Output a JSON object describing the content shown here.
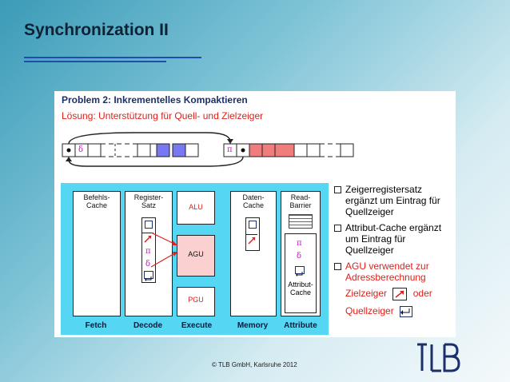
{
  "slide": {
    "title": "Synchronization II"
  },
  "problem": {
    "heading": "Problem 2: Inkrementelles Kompaktieren",
    "solution": "Lösung: Unterstützung für Quell- und Zielzeiger"
  },
  "symbols": {
    "delta": "δ",
    "pi": "π"
  },
  "stages": [
    {
      "name": "Fetch",
      "box_title": "Befehls-\nCache"
    },
    {
      "name": "Decode",
      "box_title": "Register-\nSatz"
    },
    {
      "name": "Execute",
      "box_title": ""
    },
    {
      "name": "Memory",
      "box_title": "Daten-\nCache"
    },
    {
      "name": "Attribute",
      "box_title": "Read-\nBarrier"
    }
  ],
  "execute_units": {
    "alu": "ALU",
    "agu": "AGU",
    "pgu": "PGU"
  },
  "attribute_cache": "Attribut-\nCache",
  "bullets": [
    "Zeigerregistersatz ergänzt um Eintrag für Quellzeiger",
    "Attribut-Cache ergänzt um Eintrag für Quellzeiger",
    "AGU verwendet zur Adressberechnung"
  ],
  "zielzeiger_label": "Zielzeiger",
  "oder_label": "oder",
  "quellzeiger_label": "Quellzeiger",
  "footer": "© TLB GmbH, Karlsruhe 2012",
  "logo": {
    "t": "T",
    "l": "L",
    "b": "B"
  },
  "colors": {
    "accent_red": "#e0201a",
    "magenta": "#c416c4",
    "navy": "#1b2f6a",
    "cyan": "#55d6f2",
    "blue_fill": "#7878f0",
    "red_fill": "#f07c7c"
  }
}
